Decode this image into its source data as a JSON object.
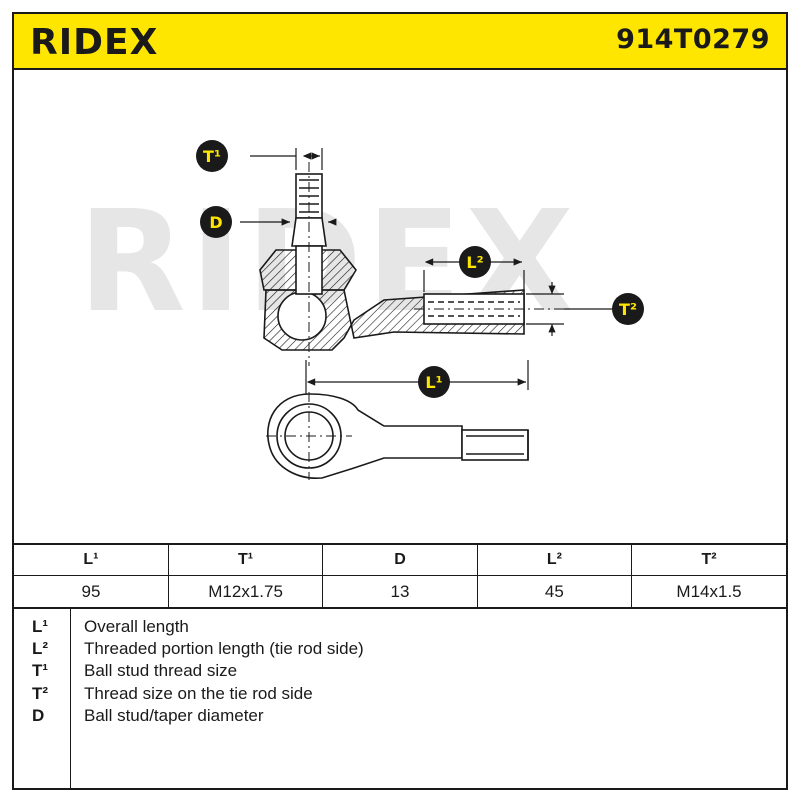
{
  "brand": "RIDEX",
  "part_number": "914T0279",
  "watermark": "RIDEX",
  "colors": {
    "brand_yellow": "#ffe600",
    "ink": "#1a1a1a",
    "watermark": "#e6e6e6"
  },
  "callouts": {
    "t1": "T¹",
    "d": "D",
    "l2": "L²",
    "t2": "T²",
    "l1": "L¹"
  },
  "specs": {
    "headers": [
      "L¹",
      "T¹",
      "D",
      "L²",
      "T²"
    ],
    "values": [
      "95",
      "M12x1.75",
      "13",
      "45",
      "M14x1.5"
    ]
  },
  "legend": [
    {
      "sym": "L¹",
      "desc": "Overall length"
    },
    {
      "sym": "L²",
      "desc": "Threaded portion length (tie rod side)"
    },
    {
      "sym": "T¹",
      "desc": "Ball stud thread size"
    },
    {
      "sym": "T²",
      "desc": "Thread size on the tie rod side"
    },
    {
      "sym": "D",
      "desc": "Ball stud/taper diameter"
    }
  ]
}
